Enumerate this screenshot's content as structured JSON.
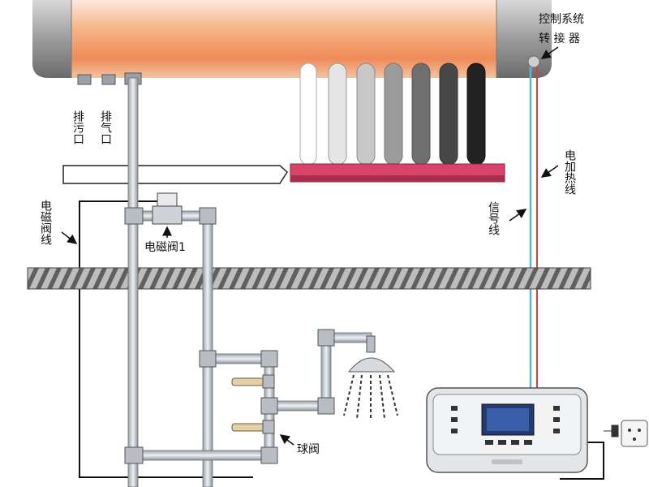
{
  "labels": {
    "controller_connector_line1": "控制系统",
    "controller_connector_line2": "转 接 器",
    "drain_port": "排污口",
    "vent_port": "排气口",
    "solenoid_wire": "电磁阀线",
    "solenoid_valve": "电磁阀1",
    "signal_wire": "信号线",
    "heater_wire": "电加热线",
    "ball_valve": "球阀"
  },
  "colors": {
    "tank_orange": "#f3a878",
    "pipe_gray": "#c8cdd3",
    "signal_wire": "#59b7d6",
    "heater_wire": "#d9402f",
    "rack_red": "#d9436a"
  },
  "icons": {
    "shower": "shower-head-icon",
    "plug": "power-outlet-icon"
  }
}
